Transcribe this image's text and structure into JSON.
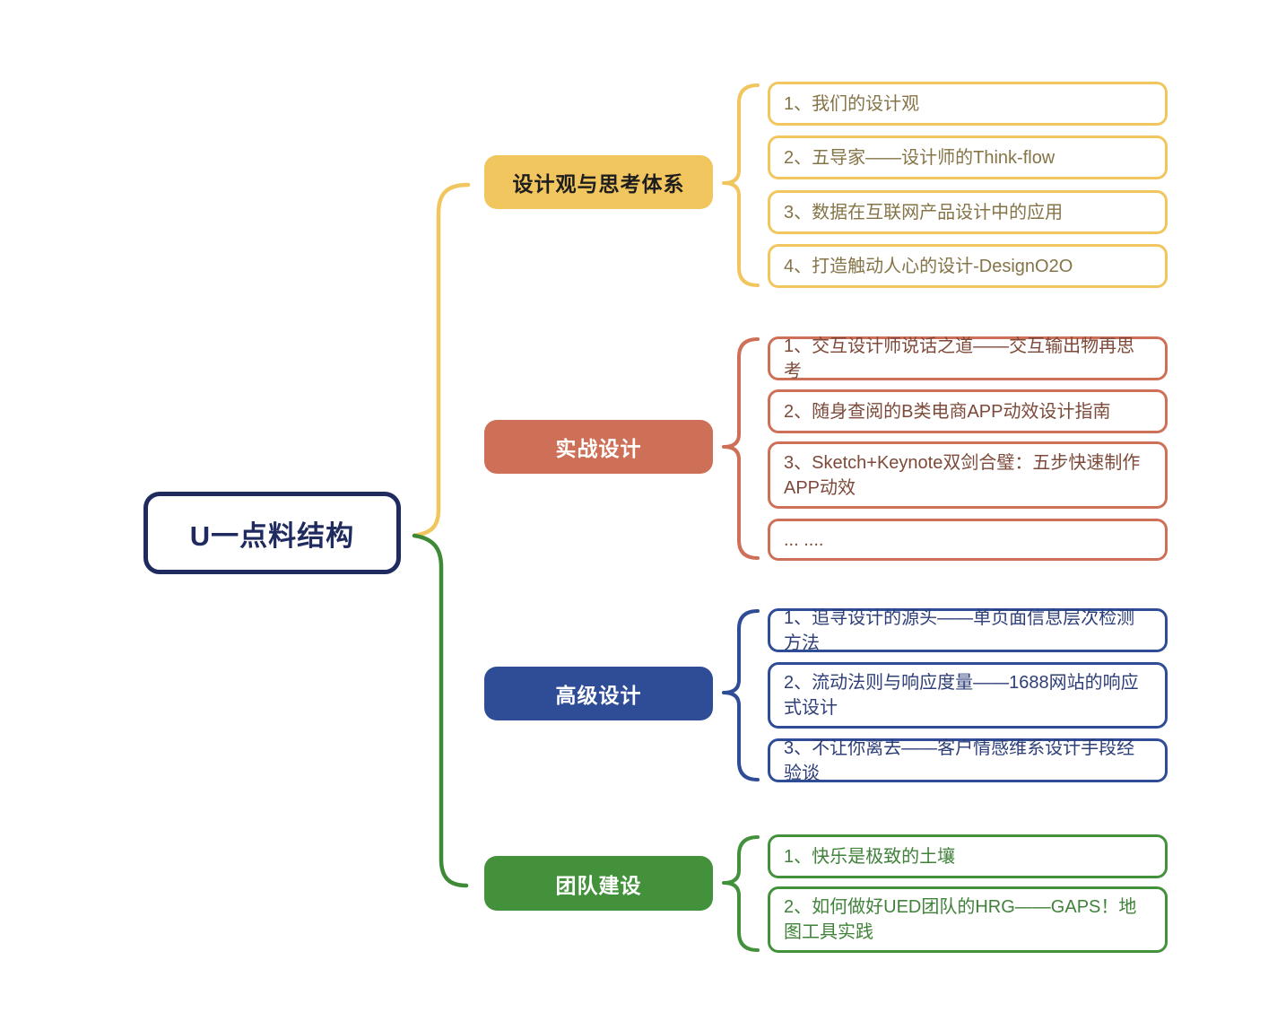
{
  "root": {
    "label": "U一点料结构",
    "border_color": "#1F2A5E",
    "text_color": "#1F2A5E"
  },
  "branches": [
    {
      "label": "设计观与思考体系",
      "color": "#F2C65F",
      "label_color": "#1E1E1E",
      "child_text_color": "#857447",
      "children": [
        {
          "label": "1、我们的设计观"
        },
        {
          "label": "2、五导家——设计师的Think-flow"
        },
        {
          "label": "3、数据在互联网产品设计中的应用"
        },
        {
          "label": "4、打造触动人心的设计-DesignO2O"
        }
      ]
    },
    {
      "label": "实战设计",
      "color": "#CE7057",
      "label_color": "#FFFFFF",
      "child_text_color": "#7D4A3A",
      "children": [
        {
          "label": "1、交互设计师说话之道——交互输出物再思考"
        },
        {
          "label": "2、随身查阅的B类电商APP动效设计指南"
        },
        {
          "label": "3、Sketch+Keynote双剑合璧：五步快速制作APP动效"
        },
        {
          "label": "... ...."
        }
      ]
    },
    {
      "label": "高级设计",
      "color": "#2F4C96",
      "label_color": "#FFFFFF",
      "child_text_color": "#2E3F78",
      "children": [
        {
          "label": "1、追寻设计的源头——单页面信息层次检测方法"
        },
        {
          "label": "2、流动法则与响应度量——1688网站的响应式设计"
        },
        {
          "label": "3、不让你离去——客户情感维系设计手段经验谈"
        }
      ]
    },
    {
      "label": "团队建设",
      "color": "#44913C",
      "label_color": "#FFFFFF",
      "child_text_color": "#40823A",
      "children": [
        {
          "label": "1、快乐是极致的土壤"
        },
        {
          "label": "2、如何做好UED团队的HRG——GAPS！地图工具实践"
        }
      ]
    }
  ],
  "connector_colors": {
    "branch1_link": "#F2C65F",
    "branch4_link": "#3F8A37"
  }
}
